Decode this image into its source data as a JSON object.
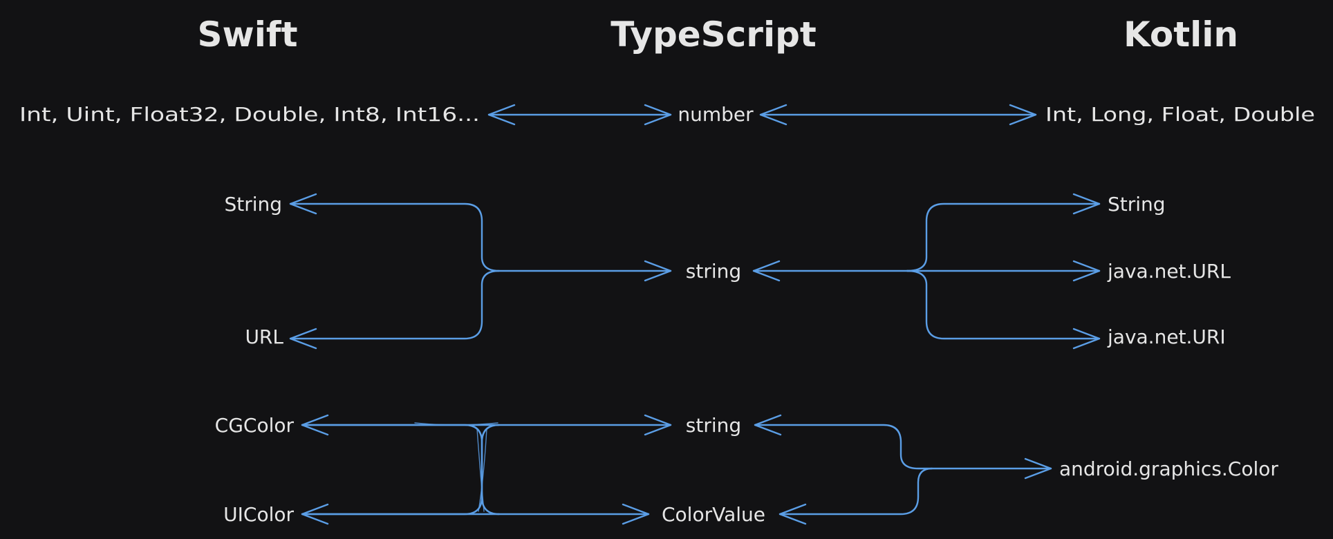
{
  "headers": {
    "swift": "Swift",
    "typescript": "TypeScript",
    "kotlin": "Kotlin"
  },
  "rows": {
    "numbers": {
      "swift": "Int, Uint, Float32, Double, Int8, Int16...",
      "typescript": "number",
      "kotlin": "Int, Long, Float, Double"
    },
    "strings": {
      "swift_string": "String",
      "swift_url": "URL",
      "typescript": "string",
      "kotlin_string": "String",
      "kotlin_url": "java.net.URL",
      "kotlin_uri": "java.net.URI"
    },
    "colors": {
      "swift_cgcolor": "CGColor",
      "swift_uicolor": "UIColor",
      "typescript_string": "string",
      "typescript_colorvalue": "ColorValue",
      "kotlin_color": "android.graphics.Color"
    }
  },
  "colors": {
    "background": "#121214",
    "text": "#e6e6e6",
    "connector": "#5b9ee6"
  }
}
